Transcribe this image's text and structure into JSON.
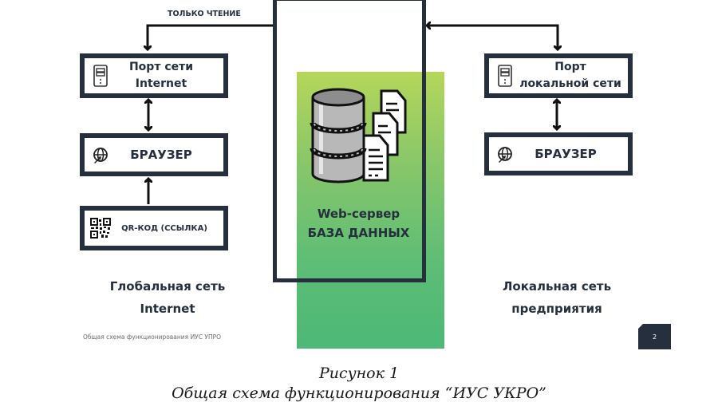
{
  "slide": {
    "read_only_label": "ТОЛЬКО ЧТЕНИЕ",
    "left": {
      "port": {
        "line1": "Порт сети",
        "line2": "Internet",
        "icon": "server-tower-icon"
      },
      "browser": {
        "label": "БРАУЗЕР",
        "icon": "globe-cursor-icon"
      },
      "qr": {
        "label": "QR-КОД (ССЫЛКА)",
        "icon": "qr-code-icon"
      },
      "caption_line1": "Глобальная сеть",
      "caption_line2": "Internet"
    },
    "center": {
      "line1": "Web-сервер",
      "line2": "БАЗА ДАННЫХ",
      "icon": "database-documents-icon"
    },
    "right": {
      "port": {
        "line1": "Порт",
        "line2": "локальной сети",
        "icon": "server-tower-icon"
      },
      "browser": {
        "label": "БРАУЗЕР",
        "icon": "globe-cursor-icon"
      },
      "caption_line1": "Локальная сеть",
      "caption_line2": "предприятия"
    },
    "footer_note": "Общая схема функционирования ИУС УПРО",
    "page_number": "2",
    "colors": {
      "dark": "#252f3e",
      "green_top": "#b5d65a",
      "green_bottom": "#4db877"
    }
  },
  "figure_caption": {
    "line1": "Рисунок 1",
    "line2": "Общая схема функционирования “ИУС УКРО”"
  }
}
